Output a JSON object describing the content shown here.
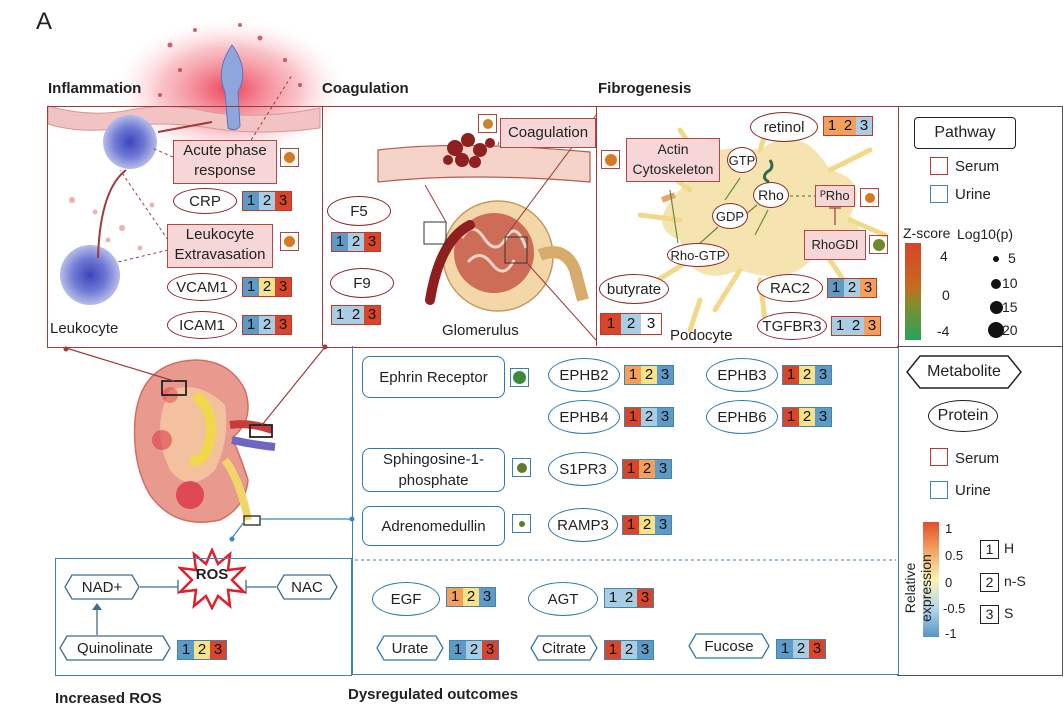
{
  "panel_letter": "A",
  "sections": {
    "inflammation": "Inflammation",
    "coagulation": "Coagulation",
    "fibrogenesis": "Fibrogenesis",
    "increased_ros": "Increased ROS",
    "dysregulated": "Dysregulated outcomes"
  },
  "inflammation": {
    "acute_phase": "Acute phase response",
    "leukocyte_extravasation": "Leukocyte Extravasation",
    "crp": "CRP",
    "vcam1": "VCAM1",
    "icam1": "ICAM1",
    "leukocyte": "Leukocyte"
  },
  "coagulation": {
    "coagulation_box": "Coagulation",
    "f5": "F5",
    "f9": "F9",
    "glomerulus": "Glomerulus"
  },
  "fibrogenesis": {
    "actin": "Actin Cytoskeleton",
    "retinol": "retinol",
    "gtp": "GTP",
    "rho": "Rho",
    "prho": "ᴾRho",
    "gdp": "GDP",
    "rhogdi": "RhoGDI",
    "rho_gtp": "Rho-GTP",
    "butyrate": "butyrate",
    "rac2": "RAC2",
    "tgfbr3": "TGFBR3",
    "podocyte": "Podocyte"
  },
  "dysregulated": {
    "ephrin": "Ephrin Receptor",
    "ephb2": "EPHB2",
    "ephb3": "EPHB3",
    "ephb4": "EPHB4",
    "ephb6": "EPHB6",
    "s1p": "Sphingosine-1-phosphate",
    "s1pr3": "S1PR3",
    "adrenomedullin": "Adrenomedullin",
    "ramp3": "RAMP3",
    "egf": "EGF",
    "agt": "AGT",
    "urate": "Urate",
    "citrate": "Citrate",
    "fucose": "Fucose"
  },
  "ros": {
    "nad": "NAD+",
    "ros": "ROS",
    "nac": "NAC",
    "quinolinate": "Quinolinate"
  },
  "trio_labels": [
    "1",
    "2",
    "3"
  ],
  "legend": {
    "pathway": "Pathway",
    "serum": "Serum",
    "urine": "Urine",
    "zscore": "Z-score",
    "zscore_ticks": [
      "4",
      "0",
      "-4"
    ],
    "logp": "Log10(p)",
    "logp_values": [
      "5",
      "10",
      "15",
      "20"
    ],
    "metabolite": "Metabolite",
    "protein": "Protein",
    "serum2": "Serum",
    "urine2": "Urine",
    "relexpr": "Relative expression",
    "relexpr_ticks": [
      "1",
      "0.5",
      "0",
      "-0.5",
      "-1"
    ],
    "groups": [
      {
        "num": "1",
        "label": "H"
      },
      {
        "num": "2",
        "label": "n-S"
      },
      {
        "num": "3",
        "label": "S"
      }
    ]
  },
  "colors": {
    "red": "#d9452b",
    "orange": "#f3a05c",
    "yellow": "#f8e28a",
    "lightblue": "#a9cde3",
    "blue": "#5d9ac6",
    "panel_red": "#9b3a3a",
    "panel_blue": "#3c86b3"
  }
}
